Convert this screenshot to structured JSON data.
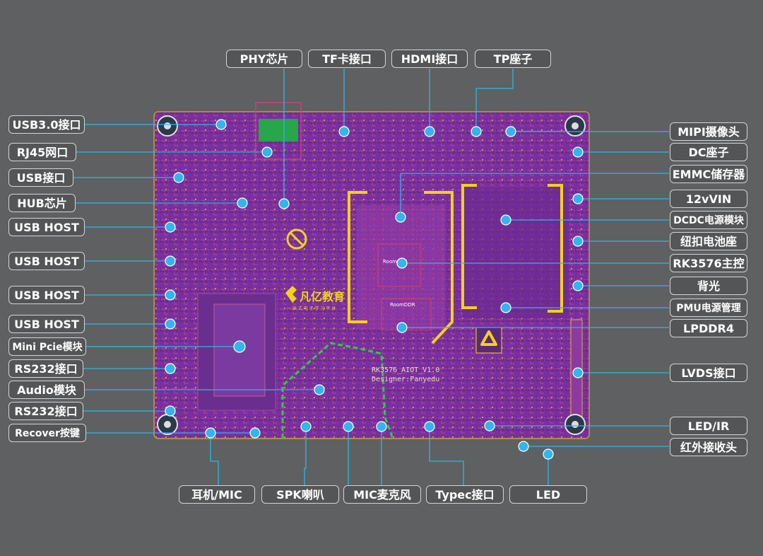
{
  "colors": {
    "background": "#5f6061",
    "board": "#7a2fa0",
    "leader": "#2ab8e8",
    "marker": "#32b6ea",
    "silkscreen": "#f2d21a",
    "label_border": "#d4d4d4"
  },
  "board": {
    "logo_text": "凡亿教育",
    "logo_sub": "一 站 式 电 子 学 习 平 台",
    "silk_model": "RK3576_AIOT_V1.0",
    "silk_designer": "Designer:Fanyedu",
    "room_cpu": "RoomCPU",
    "room_ddr": "RoomDDR",
    "recycle_icon": "recycle-icon",
    "no_symbol_icon": "no-symbol-icon"
  },
  "callouts": {
    "top": [
      {
        "id": "phy",
        "label": "PHY芯片"
      },
      {
        "id": "tf",
        "label": "TF卡接口"
      },
      {
        "id": "hdmi",
        "label": "HDMI接口"
      },
      {
        "id": "tp",
        "label": "TP座子"
      }
    ],
    "left": [
      {
        "id": "usb30",
        "label": "USB3.0接口"
      },
      {
        "id": "rj45",
        "label": "RJ45网口"
      },
      {
        "id": "usb",
        "label": "USB接口"
      },
      {
        "id": "hub",
        "label": "HUB芯片"
      },
      {
        "id": "host1",
        "label": "USB HOST"
      },
      {
        "id": "host2",
        "label": "USB HOST"
      },
      {
        "id": "host3",
        "label": "USB HOST"
      },
      {
        "id": "host4",
        "label": "USB HOST"
      },
      {
        "id": "pcie",
        "label": "Mini Pcie模块"
      },
      {
        "id": "rs232a",
        "label": "RS232接口"
      },
      {
        "id": "audio",
        "label": "Audio模块"
      },
      {
        "id": "rs232b",
        "label": "RS232接口"
      },
      {
        "id": "recover",
        "label": "Recover按键"
      }
    ],
    "right": [
      {
        "id": "mipi",
        "label": "MIPI摄像头"
      },
      {
        "id": "dc",
        "label": "DC座子"
      },
      {
        "id": "emmc",
        "label": "EMMC储存器"
      },
      {
        "id": "vin",
        "label": "12vVIN"
      },
      {
        "id": "dcdc",
        "label": "DCDC电源模块"
      },
      {
        "id": "battery",
        "label": "纽扣电池座"
      },
      {
        "id": "rk",
        "label": "RK3576主控"
      },
      {
        "id": "backlight",
        "label": "背光"
      },
      {
        "id": "pmu",
        "label": "PMU电源管理"
      },
      {
        "id": "lpddr",
        "label": "LPDDR4"
      },
      {
        "id": "lvds",
        "label": "LVDS接口"
      },
      {
        "id": "ledir",
        "label": "LED/IR"
      },
      {
        "id": "ir",
        "label": "红外接收头"
      }
    ],
    "bottom": [
      {
        "id": "ear",
        "label": "耳机/MIC"
      },
      {
        "id": "spk",
        "label": "SPK喇叭"
      },
      {
        "id": "mic",
        "label": "MIC麦克风"
      },
      {
        "id": "typec",
        "label": "Typec接口"
      },
      {
        "id": "led",
        "label": "LED"
      }
    ]
  }
}
